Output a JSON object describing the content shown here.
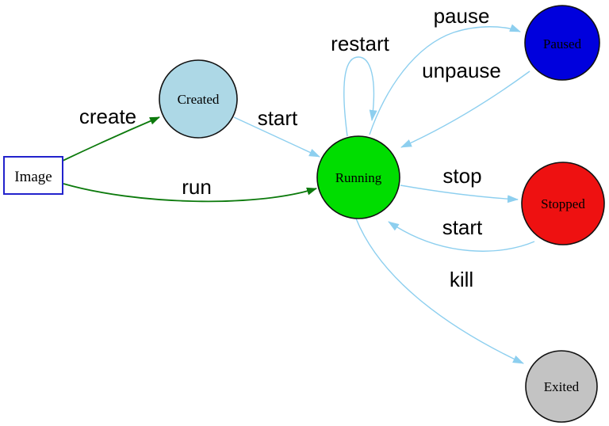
{
  "diagram": {
    "description": "Container lifecycle state diagram",
    "colors": {
      "edge_blue": "#8dcfef",
      "edge_green": "#0c7a0c",
      "node_border": "#111111",
      "label_text": "#000000",
      "background": "#ffffff"
    },
    "nodes": {
      "image": {
        "label": "Image",
        "shape": "rectangle",
        "fill": "#ffffff",
        "border": "#2222cc"
      },
      "created": {
        "label": "Created",
        "shape": "circle",
        "fill": "#add8e6"
      },
      "running": {
        "label": "Running",
        "shape": "circle",
        "fill": "#00dd00"
      },
      "paused": {
        "label": "Paused",
        "shape": "circle",
        "fill": "#0000dd"
      },
      "stopped": {
        "label": "Stopped",
        "shape": "circle",
        "fill": "#ee1111"
      },
      "exited": {
        "label": "Exited",
        "shape": "circle",
        "fill": "#c3c3c3"
      }
    },
    "edges": {
      "create": {
        "label": "create",
        "from": "Image",
        "to": "Created",
        "color": "green"
      },
      "run": {
        "label": "run",
        "from": "Image",
        "to": "Running",
        "color": "green"
      },
      "start_created": {
        "label": "start",
        "from": "Created",
        "to": "Running",
        "color": "blue"
      },
      "restart": {
        "label": "restart",
        "from": "Running",
        "to": "Running",
        "color": "blue"
      },
      "pause": {
        "label": "pause",
        "from": "Running",
        "to": "Paused",
        "color": "blue"
      },
      "unpause": {
        "label": "unpause",
        "from": "Paused",
        "to": "Running",
        "color": "blue"
      },
      "stop": {
        "label": "stop",
        "from": "Running",
        "to": "Stopped",
        "color": "blue"
      },
      "start_stopped": {
        "label": "start",
        "from": "Stopped",
        "to": "Running",
        "color": "blue"
      },
      "kill": {
        "label": "kill",
        "from": "Running",
        "to": "Exited",
        "color": "blue"
      }
    }
  }
}
